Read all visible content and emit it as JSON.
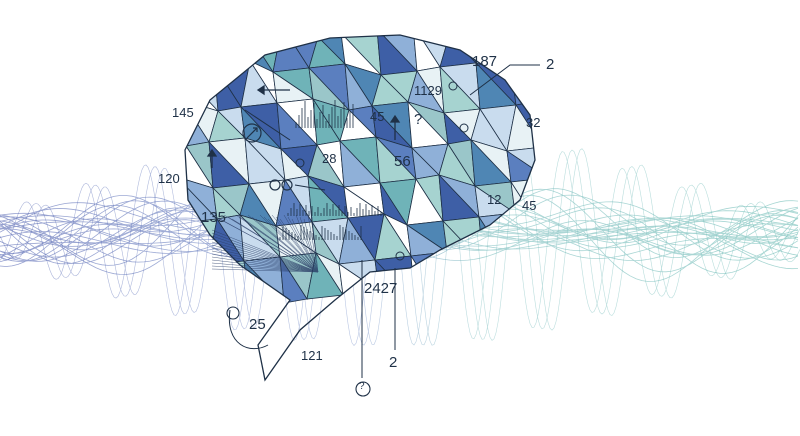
{
  "colors": {
    "wave_left": "#3f52a8",
    "wave_right": "#5fb5ae",
    "brain_dark": "#4a6fb0",
    "brain_light": "#7fc2c0",
    "line": "#1f3147"
  },
  "icons": [
    "arrow-icon",
    "compass-icon",
    "question-icon",
    "glasses-icon",
    "bulb-icon"
  ],
  "annotations": {
    "n187": "187",
    "n2_top": "2",
    "n1129": "1129",
    "n145": "145",
    "n45_a": "45",
    "q_mark": "?",
    "n32": "32",
    "n28": "28",
    "n56": "56",
    "n120": "120",
    "n12": "12",
    "n45_b": "45",
    "n135": "135",
    "n2427": "2427",
    "n25": "25",
    "n121": "121",
    "n2_bottom": "2",
    "q_bottom": "?"
  }
}
